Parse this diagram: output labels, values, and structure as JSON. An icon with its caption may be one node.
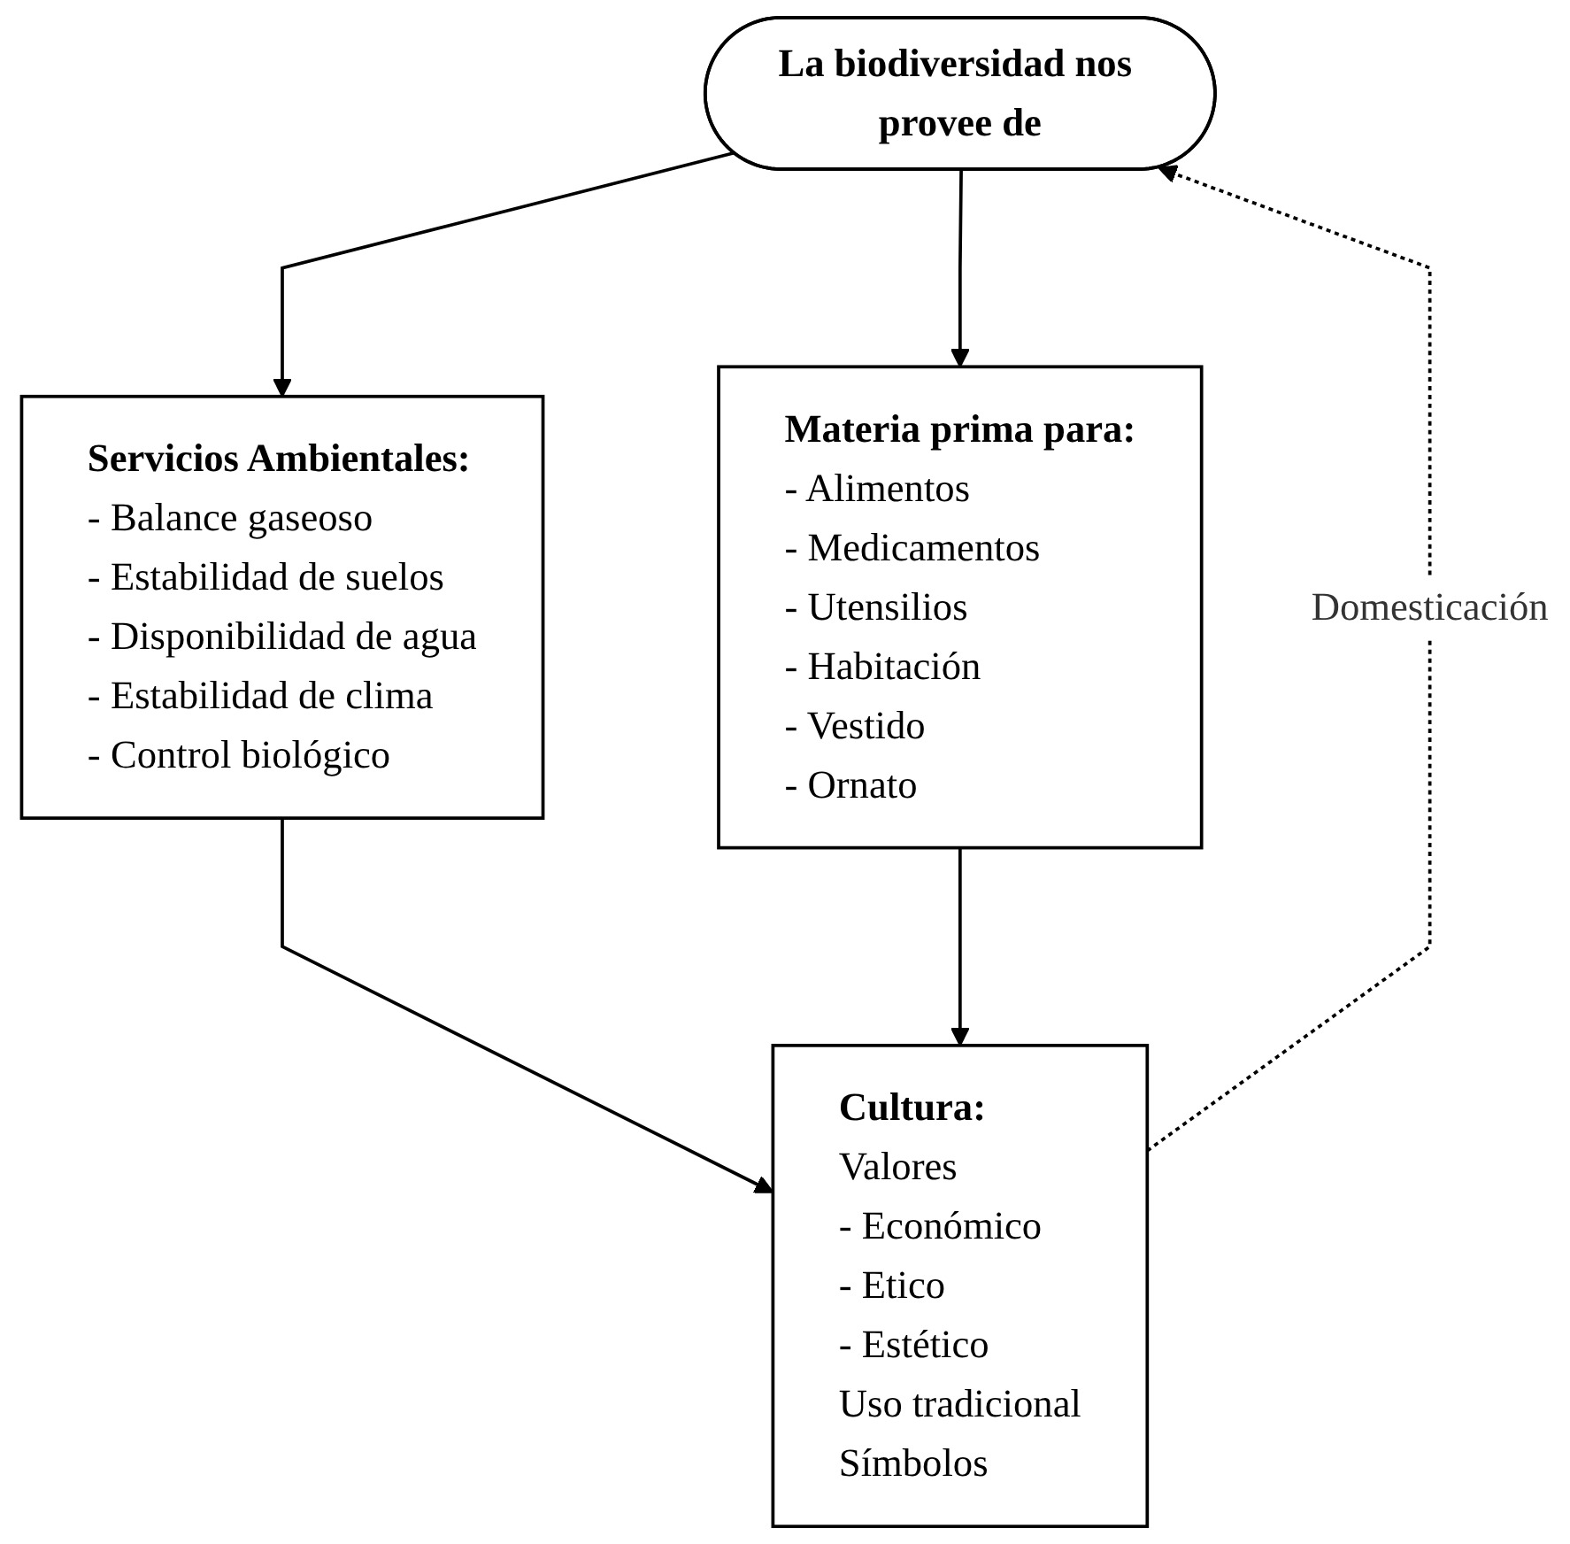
{
  "diagram": {
    "nodes": [
      {
        "text": [
          "La biodiversidad nos provee de"
        ]
      },
      {
        "text": [
          "Servicios Ambientales:",
          "- Balance gaseoso",
          "- Estabilidad de suelos",
          "- Disponibilidad de agua",
          "- Estabilidad de clima",
          "- Control biológico"
        ]
      },
      {
        "text": [
          "Materia prima para:",
          "- Alimentos",
          "- Medicamentos",
          "- Utensilios",
          "- Habitación",
          "- Vestido",
          "- Ornato"
        ]
      },
      {
        "text": [
          "Cultura:",
          "Valores",
          "- Económico",
          "- Etico",
          "- Estético",
          "Uso tradicional",
          "Símbolos"
        ]
      }
    ],
    "edges": [
      {
        "from": 0,
        "to": 1,
        "arrow": "to"
      },
      {
        "from": 0,
        "to": 2,
        "arrow": "to"
      },
      {
        "from": 1,
        "to": 3,
        "arrow": "to"
      },
      {
        "from": 2,
        "to": 3,
        "arrow": "to"
      },
      {
        "from": 3,
        "to": 0,
        "arrow": "to",
        "style": "dashed",
        "label": "Domesticación"
      }
    ]
  }
}
